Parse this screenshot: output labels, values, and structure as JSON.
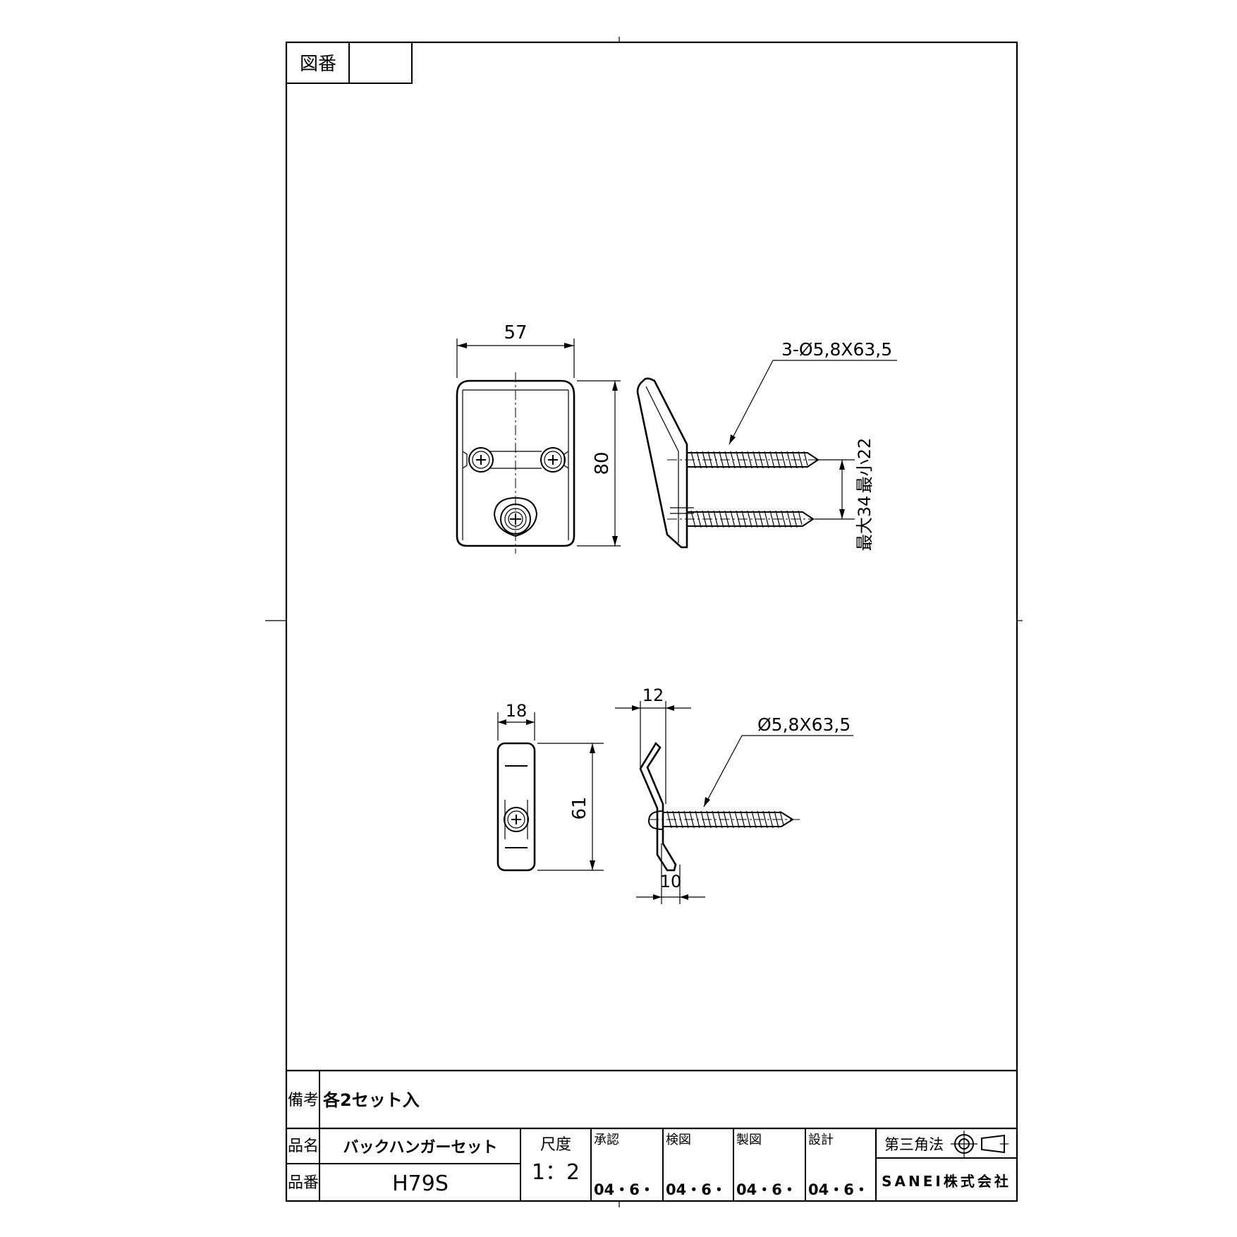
{
  "title_block": {
    "drawing_number_label": "図番",
    "drawing_number_value": "",
    "remarks_label": "備考",
    "remarks_value": "各2セット入",
    "product_name_label": "品名",
    "product_name_value": "バックハンガーセット",
    "product_number_label": "品番",
    "product_number_value": "H79S",
    "scale_label": "尺度",
    "scale_value": "1：2",
    "approval_label": "承認",
    "inspection_label": "検図",
    "drafting_label": "製図",
    "design_label": "設計",
    "approval_date": "04・6・",
    "inspection_date": "04・6・",
    "drafting_date": "04・6・",
    "design_date": "04・6・",
    "projection_label": "第三角法",
    "company_name": "SANEI株式会社"
  },
  "dimensions": {
    "top_width": "57",
    "top_height": "80",
    "top_screw_spec": "3-Ø5,8X63,5",
    "top_min_spacing": "最小22",
    "top_max_spacing": "最大34",
    "bottom_width": "18",
    "bottom_height": "61",
    "bottom_depth_top": "12",
    "bottom_depth_bottom": "10",
    "bottom_screw_spec": "Ø5,8X63,5"
  }
}
